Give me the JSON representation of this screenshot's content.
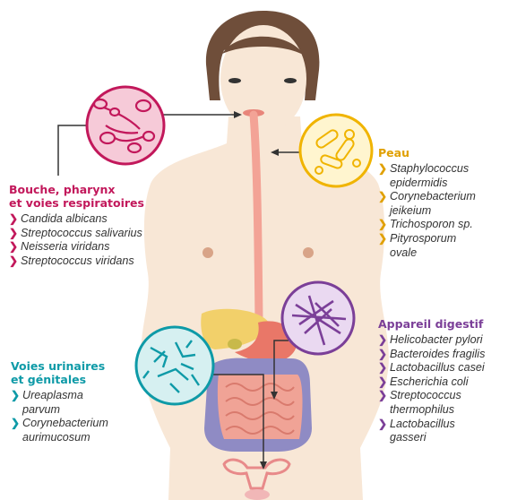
{
  "colors": {
    "mouth": "#c2185b",
    "skin": "#f0b400",
    "digestive": "#7b3f98",
    "urinary": "#0e9aa7",
    "skin_tone": "#f8e7d6",
    "hair": "#6f4e3a"
  },
  "regions": [
    {
      "key": "mouth",
      "title_lines": [
        "Bouche, pharynx",
        "et voies respiratoires"
      ],
      "items": [
        [
          "Candida albicans"
        ],
        [
          "Streptococcus salivarius"
        ],
        [
          "Neisseria viridans"
        ],
        [
          "Streptococcus viridans"
        ]
      ]
    },
    {
      "key": "skin",
      "title_lines": [
        "Peau"
      ],
      "items": [
        [
          "Staphylococcus",
          "epidermidis"
        ],
        [
          "Corynebacterium",
          "jeikeium"
        ],
        [
          "Trichosporon sp."
        ],
        [
          "Pityrosporum",
          "ovale"
        ]
      ]
    },
    {
      "key": "digestive",
      "title_lines": [
        "Appareil digestif"
      ],
      "items": [
        [
          "Helicobacter pylori"
        ],
        [
          "Bacteroides fragilis"
        ],
        [
          "Lactobacillus casei"
        ],
        [
          "Escherichia coli"
        ],
        [
          "Streptococcus",
          "thermophilus"
        ],
        [
          "Lactobacillus",
          "gasseri"
        ]
      ]
    },
    {
      "key": "urinary",
      "title_lines": [
        "Voies urinaires",
        "et génitales"
      ],
      "items": [
        [
          "Ureaplasma",
          "parvum"
        ],
        [
          "Corynebacterium",
          "aurimucosum"
        ]
      ]
    }
  ]
}
